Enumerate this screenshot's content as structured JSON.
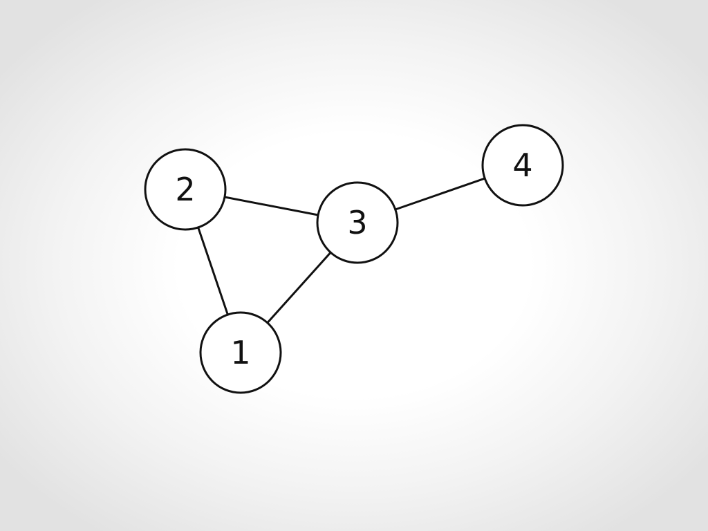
{
  "graph": {
    "nodes": [
      {
        "id": "1",
        "label": "1"
      },
      {
        "id": "2",
        "label": "2"
      },
      {
        "id": "3",
        "label": "3"
      },
      {
        "id": "4",
        "label": "4"
      }
    ],
    "edges": [
      {
        "from": "2",
        "to": "3"
      },
      {
        "from": "2",
        "to": "1"
      },
      {
        "from": "1",
        "to": "3"
      },
      {
        "from": "3",
        "to": "4"
      }
    ],
    "colors": {
      "stroke": "#111111",
      "node_fill": "#ffffff",
      "background_center": "#ffffff",
      "background_edge": "#e2e2e2"
    }
  }
}
